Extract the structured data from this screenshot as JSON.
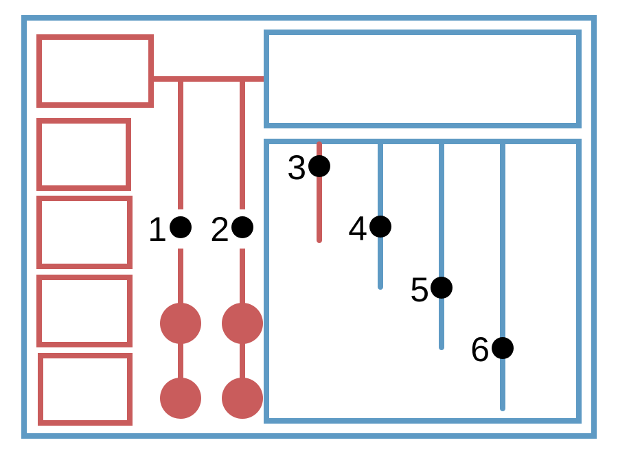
{
  "colors": {
    "red": "#C95C5C",
    "blue": "#5E9AC4",
    "black": "#000000",
    "white": "#FFFFFF"
  },
  "markers": [
    {
      "label": "1"
    },
    {
      "label": "2"
    },
    {
      "label": "3"
    },
    {
      "label": "4"
    },
    {
      "label": "5"
    },
    {
      "label": "6"
    }
  ]
}
